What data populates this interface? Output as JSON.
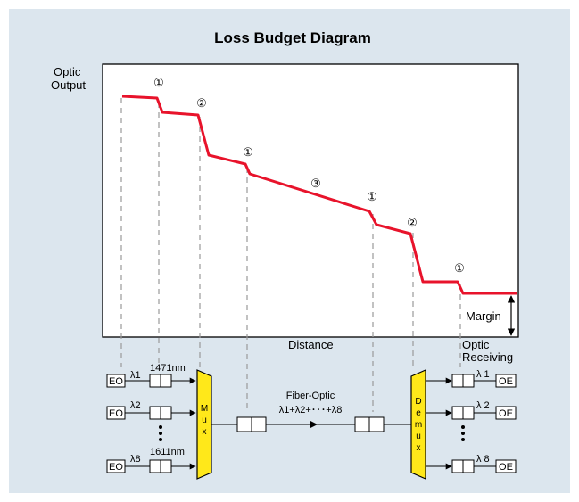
{
  "title": "Loss Budget Diagram",
  "axis": {
    "y_label_line1": "Optic",
    "y_label_line2": "Output",
    "x_label": "Distance",
    "margin_label": "Margin",
    "receiving_line1": "Optic",
    "receiving_line2": "Receiving"
  },
  "loss_markers": [
    "①",
    "②",
    "①",
    "③",
    "①",
    "②",
    "①"
  ],
  "transmit": {
    "channels": [
      {
        "source": "EO",
        "lambda": "λ1",
        "wavelength": "1471nm"
      },
      {
        "source": "EO",
        "lambda": "λ2",
        "wavelength": ""
      },
      {
        "source": "EO",
        "lambda": "λ8",
        "wavelength": "1611nm"
      }
    ],
    "mux_letters": [
      "M",
      "u",
      "x"
    ]
  },
  "link": {
    "line1": "Fiber-Optic",
    "line2": "λ1+λ2+･･･+λ8"
  },
  "receive": {
    "demux_letters": [
      "D",
      "e",
      "m",
      "u",
      "x"
    ],
    "channels": [
      {
        "lambda": "λ 1",
        "sink": "OE"
      },
      {
        "lambda": "λ 2",
        "sink": "OE"
      },
      {
        "lambda": "λ 8",
        "sink": "OE"
      }
    ]
  },
  "colors": {
    "background": "#dce6ee",
    "loss_line": "#e8132b",
    "mux_fill": "#ffe81a",
    "guide": "#9a9a9a"
  }
}
